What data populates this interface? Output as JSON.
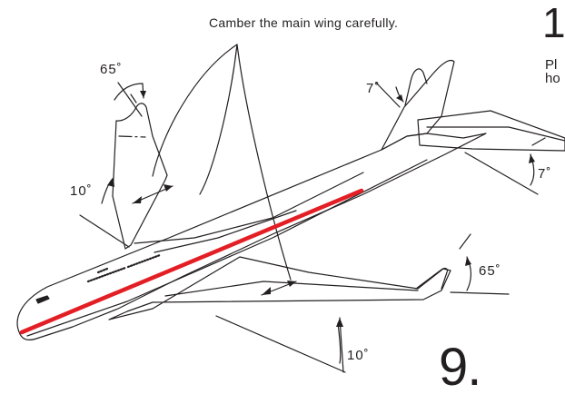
{
  "annotation": {
    "text": "Camber the main wing carefully."
  },
  "angles": {
    "left_wing_sweep": "65˚",
    "left_fin_dihedral": "10˚",
    "tail_fin": "7˚",
    "stabilizer": "7˚",
    "right_wing_sweep": "65˚",
    "right_fin_dihedral": "10˚"
  },
  "step_number": "9.",
  "next_step": {
    "number": "1",
    "text_line1": "Pl",
    "text_line2": "ho"
  },
  "colors": {
    "line": "#231f20",
    "stripe": "#e31e24",
    "background": "#ffffff"
  }
}
